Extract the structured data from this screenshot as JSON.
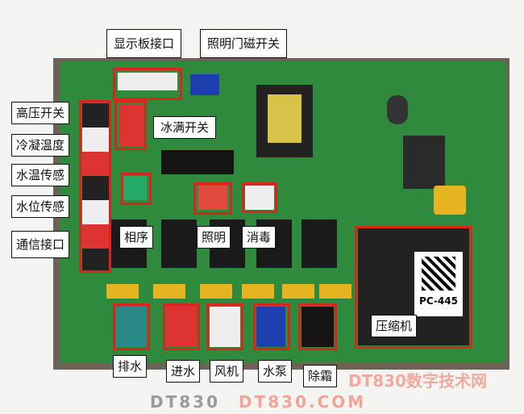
{
  "labels": {
    "display_port": "显示板接口",
    "light_door_switch": "照明门磁开关",
    "high_pressure_switch": "高压开关",
    "condensing_temp": "冷凝温度",
    "water_temp_sensor": "水温传感",
    "water_level_sensor": "水位传感",
    "comm_port": "通信接口",
    "ice_full_switch": "冰满开关",
    "phase_sequence": "相序",
    "lighting": "照明",
    "disinfection": "消毒",
    "compressor": "压缩机",
    "drain": "排水",
    "water_in": "进水",
    "fan": "风机",
    "water_pump": "水泵",
    "defrost": "除霜"
  },
  "board_text": {
    "model": "PC-445"
  },
  "watermark": {
    "logo": "DT830",
    "site": "DT830.COM",
    "name": "DT830数字技术网"
  },
  "colors": {
    "highlight": "#d8261c",
    "board": "#2f8a3e"
  }
}
